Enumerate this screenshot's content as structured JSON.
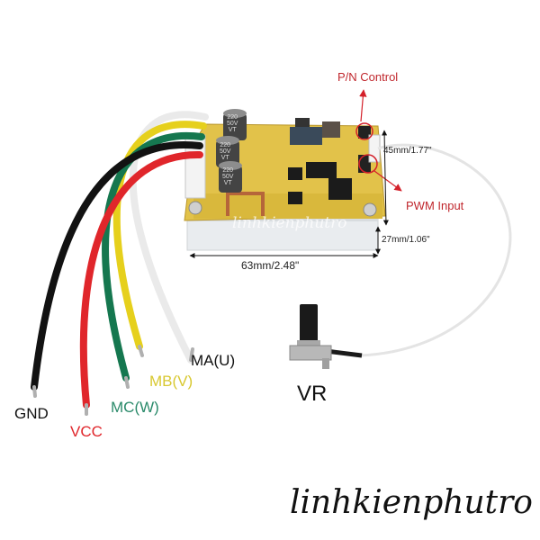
{
  "product": {
    "description": "Brushless DC motor driver board with potentiometer",
    "watermark_on_board": "linhkienphutro"
  },
  "annotations": {
    "pn_control": {
      "label": "P/N Control",
      "color": "#c0272d"
    },
    "pwm_input": {
      "label": "PWM Input",
      "color": "#c0272d"
    }
  },
  "dimensions": {
    "height": "45mm/1.77\"",
    "depth": "27mm/1.06\"",
    "width": "63mm/2.48\""
  },
  "capacitors": [
    {
      "marking_1": "220",
      "marking_2": "50V",
      "marking_3": "VT"
    },
    {
      "marking_1": "220",
      "marking_2": "50V",
      "marking_3": "VT"
    },
    {
      "marking_1": "220",
      "marking_2": "50V",
      "marking_3": "VT"
    }
  ],
  "wires": [
    {
      "label": "GND",
      "wire_color": "#111111",
      "label_color": "#111111"
    },
    {
      "label": "VCC",
      "wire_color": "#e0262b",
      "label_color": "#e0262b"
    },
    {
      "label": "MC(W)",
      "wire_color": "#1a7a52",
      "label_color": "#2a8a6a"
    },
    {
      "label": "MB(V)",
      "wire_color": "#e8d21a",
      "label_color": "#d8c830"
    },
    {
      "label": "MA(U)",
      "wire_color": "#f2f2f2",
      "label_color": "#111111"
    }
  ],
  "potentiometer": {
    "label": "VR"
  },
  "brand": {
    "text": "linhkienphutro"
  }
}
